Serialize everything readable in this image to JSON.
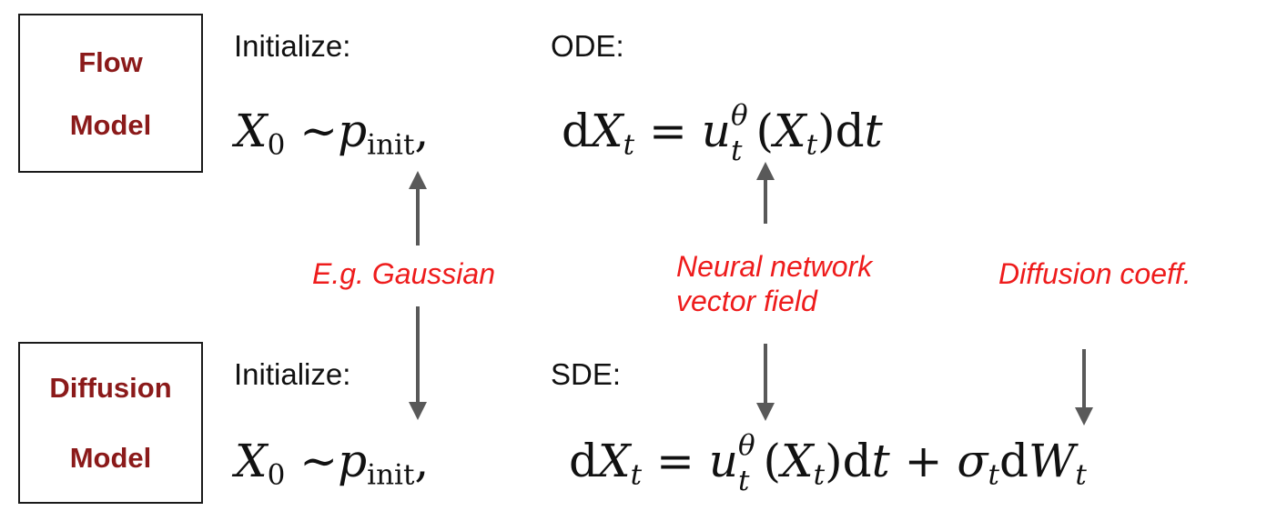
{
  "flow_box": {
    "line1": "Flow",
    "line2": "Model"
  },
  "diffusion_box": {
    "line1": "Diffusion",
    "line2": "Model"
  },
  "flow_row": {
    "init_label": "Initialize:",
    "eq_label": "ODE:",
    "init_eq": "X₀ ∼ p_init ,",
    "main_eq": "dXₜ = uₜ^θ(Xₜ)dt"
  },
  "diffusion_row": {
    "init_label": "Initialize:",
    "eq_label": "SDE:",
    "init_eq": "X₀ ∼ p_init ,",
    "main_eq": "dXₜ = uₜ^θ(Xₜ)dt + σₜdWₜ"
  },
  "annotations": {
    "gaussian": "E.g. Gaussian",
    "network_line1": "Neural network",
    "network_line2": "vector field",
    "diffusion_coeff": "Diffusion coeff."
  },
  "colors": {
    "box_text": "#8b1a1a",
    "annotation": "#ee1c1c",
    "arrow": "#595959"
  }
}
